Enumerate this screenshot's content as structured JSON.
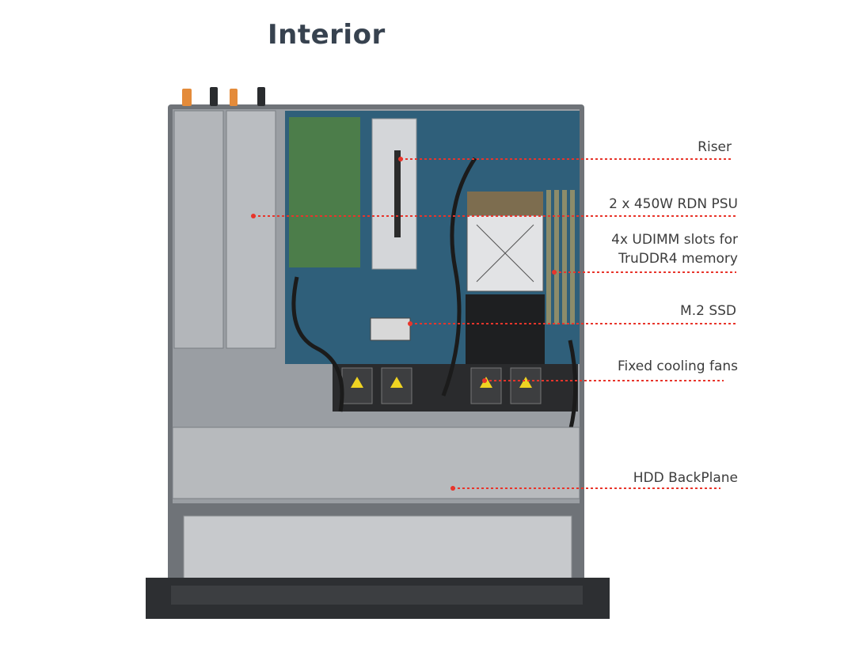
{
  "title": "Interior",
  "colors": {
    "callout_line": "#e8352b",
    "title": "#37424f",
    "chassis": "#8f9398",
    "board": "#2f5f7a"
  },
  "callouts": [
    {
      "label": "Riser"
    },
    {
      "label": "2 x 450W RDN PSU"
    },
    {
      "label": "4x UDIMM slots for TruDDR4 memory",
      "line1": "4x UDIMM slots for",
      "line2": "TruDDR4 memory"
    },
    {
      "label": "M.2 SSD"
    },
    {
      "label": "Fixed cooling fans"
    },
    {
      "label": "HDD BackPlane"
    }
  ]
}
